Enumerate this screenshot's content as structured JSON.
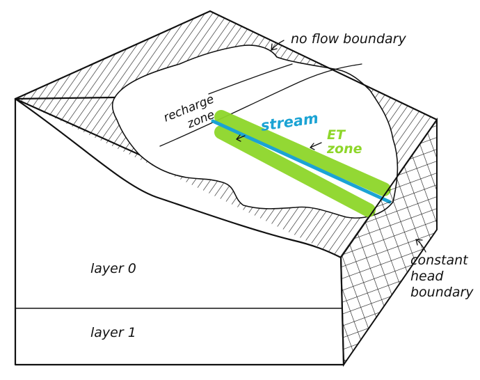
{
  "labels": {
    "no_flow_boundary": "no flow boundary",
    "recharge_line1": "recharge",
    "recharge_line2": "zone",
    "stream": "stream",
    "et_line1": "ET",
    "et_line2": "zone",
    "constant_line1": "constant",
    "constant_line2": "head",
    "constant_line3": "boundary",
    "layer0": "layer 0",
    "layer1": "layer 1"
  },
  "colors": {
    "ink": "#111111",
    "stream": "#1ba3d4",
    "et_zone": "#8ed62a",
    "paper": "#ffffff"
  }
}
